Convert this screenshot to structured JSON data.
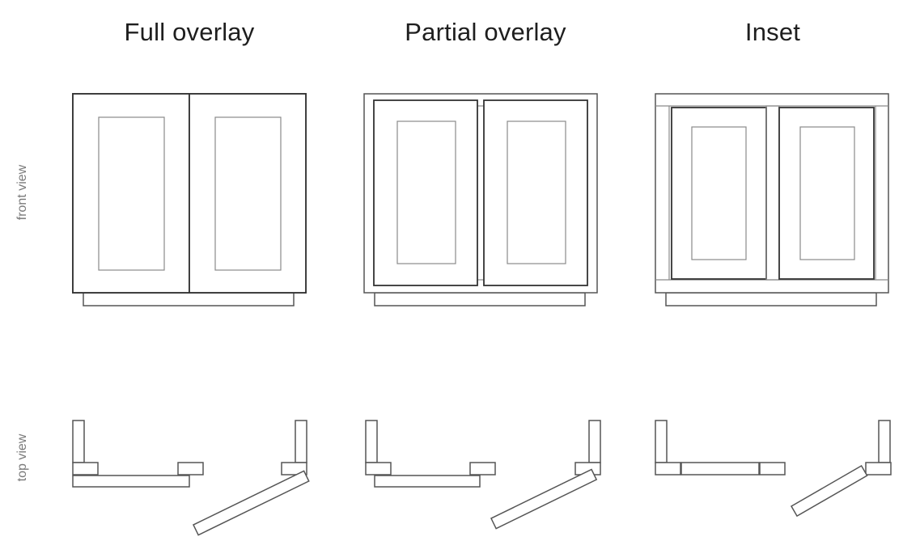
{
  "columns": {
    "full_overlay": {
      "title": "Full overlay"
    },
    "partial_overlay": {
      "title": "Partial overlay"
    },
    "inset": {
      "title": "Inset"
    }
  },
  "rows": {
    "front": {
      "label": "front view"
    },
    "top": {
      "label": "top view"
    }
  },
  "colors": {
    "stroke": "#555555",
    "title_text": "#1e1e1e",
    "label_text": "#7a7a7a",
    "background": "#ffffff"
  }
}
